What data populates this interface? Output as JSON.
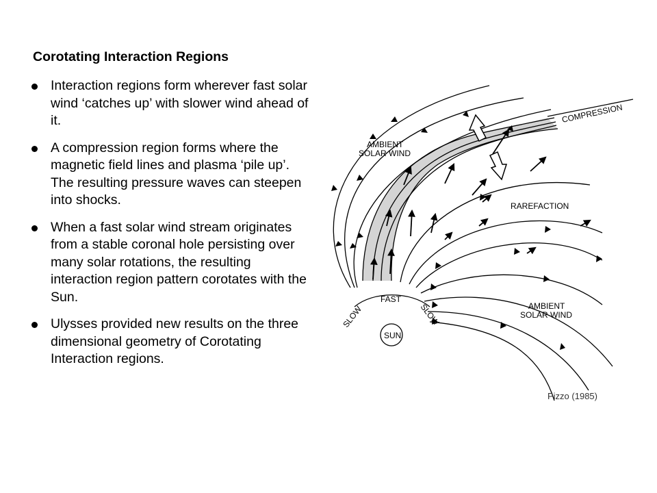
{
  "slide": {
    "title": "Corotating Interaction Regions",
    "bullets": [
      "Interaction regions form wherever fast solar wind ‘catches up’ with slower wind ahead of it.",
      "A compression region forms where the magnetic field lines and plasma ‘pile up’. The resulting pressure waves can steepen into shocks.",
      "When a fast solar wind stream originates from a stable coronal hole persisting over many solar rotations, the resulting interaction region pattern corotates with the Sun.",
      "Ulysses provided new results on the three dimensional geometry of Corotating Interaction regions."
    ],
    "credit": "Pizzo (1985)"
  },
  "diagram": {
    "labels": {
      "compression": "COMPRESSION",
      "ambient_top_1": "AMBIENT",
      "ambient_top_2": "SOLAR WIND",
      "rarefaction": "RAREFACTION",
      "ambient_bottom_1": "AMBIENT",
      "ambient_bottom_2": "SOLAR WIND",
      "fast": "FAST",
      "slow_left": "SLOW",
      "slow_right": "SLOW",
      "sun": "SUN"
    },
    "colors": {
      "compression_band": "#d4d4d4",
      "ink": "#000000"
    }
  }
}
